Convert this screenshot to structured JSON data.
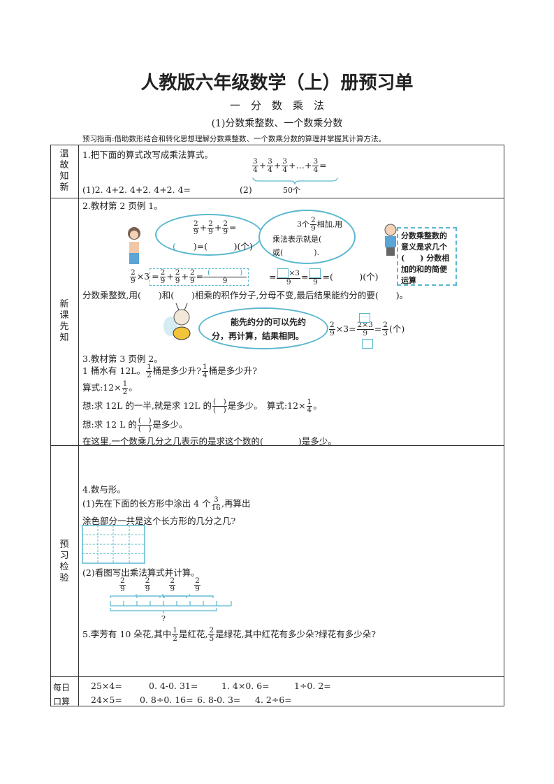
{
  "header": {
    "title": "人教版六年级数学（上）册预习单",
    "unit": "一　分　数　乘　法",
    "lesson": "(1)分数乘整数、一个数乘分数",
    "guide": "预习指南:借助数形结合和转化思想理解分数乘整数、一个数乘分数的算理并掌握其计算方法。"
  },
  "labels": {
    "review": [
      "温",
      "故",
      "知",
      "新"
    ],
    "new": [
      "新",
      "课",
      "先",
      "知"
    ],
    "check": [
      "预",
      "习",
      "检",
      "验"
    ],
    "daily": [
      "每日",
      "口算"
    ]
  },
  "s1": {
    "q": "1.把下面的算式改写成乘法算式。",
    "num": "3",
    "den": "4",
    "plus": "+",
    "ellipsis": "+…+",
    "eq": "=",
    "count": "50个",
    "p1": "(1)2. 4+2. 4+2. 4+2. 4=",
    "p2": "(2)"
  },
  "s2": {
    "q": "2.教材第 2 页例 1。",
    "n": "2",
    "d": "9",
    "cloud1_row2": ")=(　　　)(个)",
    "cloud1_lp": "(",
    "cloud2_a": "3个",
    "cloud2_b": "相加,用",
    "cloud2_c": "乘法表示就是(",
    "cloud2_d": "或(　　　　).",
    "note": [
      "分数乘整数的",
      "意义是求几个",
      "(　　) 分数相",
      "加的和的简便",
      "运算"
    ],
    "times3": "×3",
    "eq": "=",
    "plus": "+",
    "blank_paren": "(　　　　)",
    "unit_ge": "(　　　)(个)",
    "rule": "分数乘整数,用(　　)和(　　)相乘的积作分子,分母不变,最后结果能约分的要(　　)。",
    "bee_say1": "能先约分的可以先约",
    "bee_say2": "分，再计算，结果相同。",
    "ex_num": "2×3",
    "ex_den": "9",
    "ans_n": "2",
    "ans_d": "3",
    "ge": "(个)"
  },
  "s3": {
    "q": "3.教材第 3 页例 2。",
    "l1a": "1 桶水有 12L。",
    "l1b": "桶是多少升?",
    "l1c": "桶是多少升?",
    "one": "1",
    "two": "2",
    "four": "4",
    "l2": "算式:12×",
    "l3a": "想:求 12L 的一半,就是求 12L 的",
    "l3b": "是多少。　算式:12×",
    "l4a": "想:求 12 L 的",
    "l4b": "是多少。",
    "paren": "(　)",
    "l5": "在这里,一个数乘几分之几表示的是求这个数的(　　　　)是多少。",
    "dot": "。"
  },
  "s4": {
    "q": "4.数与形。",
    "p1a": "(1)先在下面的长方形中涂出 4 个",
    "p1n": "3",
    "p1d": "16",
    "p1b": ",再算出",
    "p1c": "涂色部分一共是这个长方形的几分之几?",
    "p2": "(2)看图写出乘法算式并计算。",
    "fn": "2",
    "fd": "9",
    "q_mark": "?"
  },
  "s5": {
    "a": "5.李芳有 10 朵花,其中",
    "b": "是红花,",
    "c": "是绿花,其中红花有多少朵?绿花有多少朵?",
    "n1": "1",
    "d1": "2",
    "n2": "2",
    "d2": "5"
  },
  "daily": {
    "row1": [
      "25×4=",
      "0. 4-0. 31=",
      "1. 4×0. 6=",
      "1÷0. 2="
    ],
    "row2": [
      "24×5=",
      "0. 8÷0. 16=",
      "6. 8-0. 3=",
      "4. 2÷6="
    ]
  },
  "colors": {
    "accent": "#5bb8cf"
  }
}
